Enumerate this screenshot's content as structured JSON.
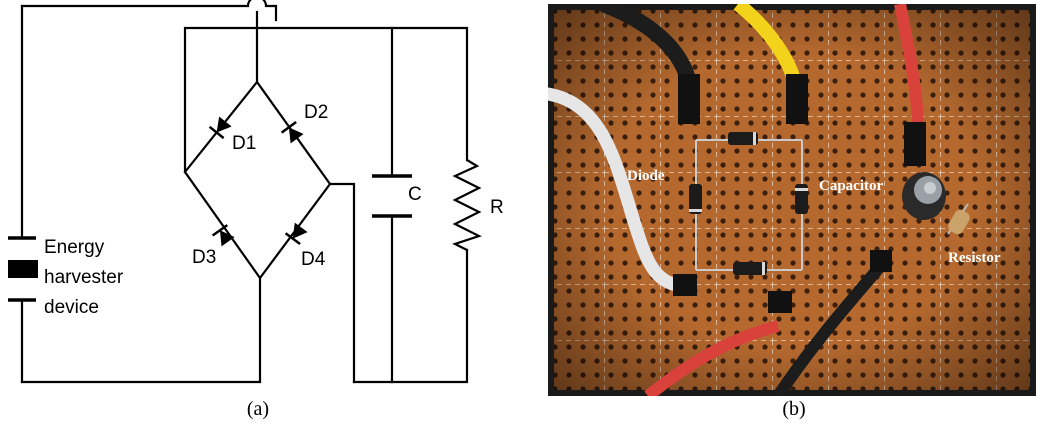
{
  "schematic": {
    "labels": {
      "d1": "D1",
      "d2": "D2",
      "d3": "D3",
      "d4": "D4",
      "capacitor": "C",
      "resistor": "R",
      "source_line1": "Energy",
      "source_line2": "harvester",
      "source_line3": "device"
    }
  },
  "photo": {
    "labels": {
      "diode": "Diode",
      "capacitor": "Capacitor",
      "resistor": "Resistor"
    }
  },
  "captions": {
    "a": "(a)",
    "b": "(b)"
  },
  "colors": {
    "board": "#b5692f",
    "board_frame": "#1a1a1a",
    "wire_black": "#1c1c1c",
    "wire_yellow": "#f2d21b",
    "wire_red": "#d8423b",
    "wire_white": "#e6e6e6"
  }
}
